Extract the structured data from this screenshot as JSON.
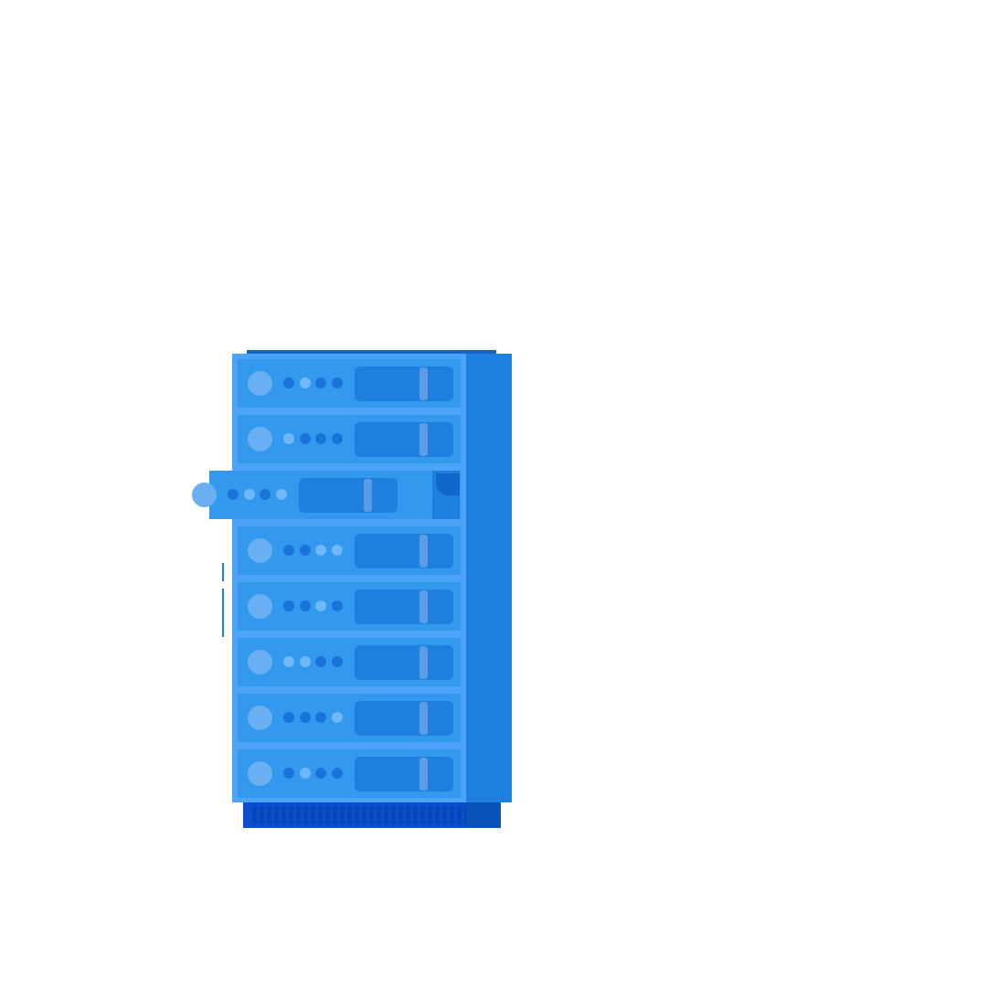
{
  "colors": {
    "rack_front": "#4da3f7",
    "rack_side": "#1e7fe0",
    "top_strip": "#1565c0",
    "unit": "#3399ee",
    "panel": "#1f7fdf",
    "led_on": "#6fb8fa",
    "led_off": "#1a73d9",
    "base": "#0a4fcf",
    "base_side": "#0652b8"
  },
  "rack": {
    "units": [
      {
        "leds": [
          "off",
          "on",
          "off",
          "off"
        ],
        "pulled_out": false
      },
      {
        "leds": [
          "on",
          "off",
          "off",
          "off"
        ],
        "pulled_out": false
      },
      {
        "leds": [
          "off",
          "on",
          "off",
          "on"
        ],
        "pulled_out": true
      },
      {
        "leds": [
          "off",
          "off",
          "on",
          "on"
        ],
        "pulled_out": false
      },
      {
        "leds": [
          "off",
          "off",
          "on",
          "off"
        ],
        "pulled_out": false
      },
      {
        "leds": [
          "on",
          "on",
          "off",
          "off"
        ],
        "pulled_out": false
      },
      {
        "leds": [
          "off",
          "off",
          "off",
          "on"
        ],
        "pulled_out": false
      },
      {
        "leds": [
          "off",
          "on",
          "off",
          "off"
        ],
        "pulled_out": false
      }
    ]
  }
}
